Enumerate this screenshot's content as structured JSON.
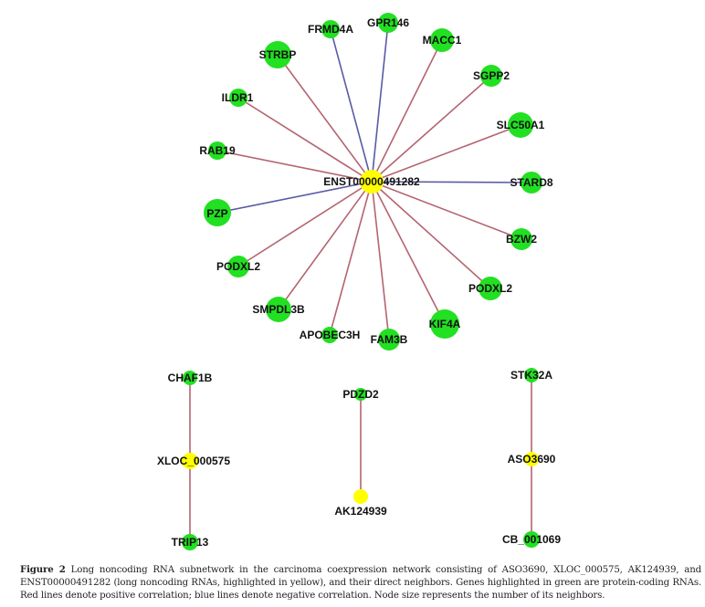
{
  "colors": {
    "lncrna": "#ffff00",
    "protein_coding": "#22e022",
    "positive_edge": "#b46470",
    "negative_edge": "#5a5aa6",
    "label": "#111111"
  },
  "networks": [
    {
      "id": "ENST-subnetwork",
      "hub": "ENST00000491282",
      "nodes": [
        {
          "id": "ENST00000491282",
          "label": "ENST00000491282",
          "type": "lncrna"
        },
        {
          "id": "FRMD4A",
          "label": "FRMD4A",
          "type": "protein_coding"
        },
        {
          "id": "GPR146",
          "label": "GPR146",
          "type": "protein_coding"
        },
        {
          "id": "MACC1",
          "label": "MACC1",
          "type": "protein_coding"
        },
        {
          "id": "STRBP",
          "label": "STRBP",
          "type": "protein_coding"
        },
        {
          "id": "SGPP2",
          "label": "SGPP2",
          "type": "protein_coding"
        },
        {
          "id": "ILDR1",
          "label": "ILDR1",
          "type": "protein_coding"
        },
        {
          "id": "SLC50A1",
          "label": "SLC50A1",
          "type": "protein_coding"
        },
        {
          "id": "RAB19",
          "label": "RAB19",
          "type": "protein_coding"
        },
        {
          "id": "STARD8",
          "label": "STARD8",
          "type": "protein_coding"
        },
        {
          "id": "PZP",
          "label": "PZP",
          "type": "protein_coding"
        },
        {
          "id": "BZW2",
          "label": "BZW2",
          "type": "protein_coding"
        },
        {
          "id": "PODXL2_a",
          "label": "PODXL2",
          "type": "protein_coding"
        },
        {
          "id": "PODXL2_b",
          "label": "PODXL2",
          "type": "protein_coding"
        },
        {
          "id": "SMPDL3B",
          "label": "SMPDL3B",
          "type": "protein_coding"
        },
        {
          "id": "KIF4A",
          "label": "KIF4A",
          "type": "protein_coding"
        },
        {
          "id": "APOBEC3H",
          "label": "APOBEC3H",
          "type": "protein_coding"
        },
        {
          "id": "FAM3B",
          "label": "FAM3B",
          "type": "protein_coding"
        }
      ],
      "edges": [
        {
          "source": "ENST00000491282",
          "target": "FRMD4A",
          "correlation": "negative"
        },
        {
          "source": "ENST00000491282",
          "target": "GPR146",
          "correlation": "negative"
        },
        {
          "source": "ENST00000491282",
          "target": "MACC1",
          "correlation": "positive"
        },
        {
          "source": "ENST00000491282",
          "target": "STRBP",
          "correlation": "positive"
        },
        {
          "source": "ENST00000491282",
          "target": "SGPP2",
          "correlation": "positive"
        },
        {
          "source": "ENST00000491282",
          "target": "ILDR1",
          "correlation": "positive"
        },
        {
          "source": "ENST00000491282",
          "target": "SLC50A1",
          "correlation": "positive"
        },
        {
          "source": "ENST00000491282",
          "target": "RAB19",
          "correlation": "positive"
        },
        {
          "source": "ENST00000491282",
          "target": "STARD8",
          "correlation": "negative"
        },
        {
          "source": "ENST00000491282",
          "target": "PZP",
          "correlation": "negative"
        },
        {
          "source": "ENST00000491282",
          "target": "BZW2",
          "correlation": "positive"
        },
        {
          "source": "ENST00000491282",
          "target": "PODXL2_a",
          "correlation": "positive"
        },
        {
          "source": "ENST00000491282",
          "target": "PODXL2_b",
          "correlation": "positive"
        },
        {
          "source": "ENST00000491282",
          "target": "SMPDL3B",
          "correlation": "positive"
        },
        {
          "source": "ENST00000491282",
          "target": "KIF4A",
          "correlation": "positive"
        },
        {
          "source": "ENST00000491282",
          "target": "APOBEC3H",
          "correlation": "positive"
        },
        {
          "source": "ENST00000491282",
          "target": "FAM3B",
          "correlation": "positive"
        }
      ]
    },
    {
      "id": "XLOC-subnetwork",
      "hub": "XLOC_000575",
      "nodes": [
        {
          "id": "CHAF1B",
          "label": "CHAF1B",
          "type": "protein_coding"
        },
        {
          "id": "XLOC_000575",
          "label": "XLOC_000575",
          "type": "lncrna"
        },
        {
          "id": "TRIP13",
          "label": "TRIP13",
          "type": "protein_coding"
        }
      ],
      "edges": [
        {
          "source": "XLOC_000575",
          "target": "CHAF1B",
          "correlation": "positive"
        },
        {
          "source": "XLOC_000575",
          "target": "TRIP13",
          "correlation": "positive"
        }
      ]
    },
    {
      "id": "AK-subnetwork",
      "hub": "AK124939",
      "nodes": [
        {
          "id": "PDZD2",
          "label": "PDZD2",
          "type": "protein_coding"
        },
        {
          "id": "AK124939",
          "label": "AK124939",
          "type": "lncrna"
        }
      ],
      "edges": [
        {
          "source": "AK124939",
          "target": "PDZD2",
          "correlation": "positive"
        }
      ]
    },
    {
      "id": "ASO-subnetwork",
      "hub": "ASO3690",
      "nodes": [
        {
          "id": "STK32A",
          "label": "STK32A",
          "type": "protein_coding"
        },
        {
          "id": "ASO3690",
          "label": "ASO3690",
          "type": "lncrna"
        },
        {
          "id": "CB_001069",
          "label": "CB_001069",
          "type": "protein_coding"
        }
      ],
      "edges": [
        {
          "source": "ASO3690",
          "target": "STK32A",
          "correlation": "positive"
        },
        {
          "source": "ASO3690",
          "target": "CB_001069",
          "correlation": "positive"
        }
      ]
    }
  ],
  "caption": {
    "label": "Figure 2",
    "text": " Long noncoding RNA subnetwork in the carcinoma coexpression network consisting of ASO3690, XLOC_000575, AK124939, and ENST00000491282 (long noncoding RNAs, highlighted in yellow), and their direct neighbors. Genes highlighted in green are protein-coding RNAs. Red lines denote positive correlation; blue lines denote negative correlation. Node size represents the number of its neighbors."
  }
}
